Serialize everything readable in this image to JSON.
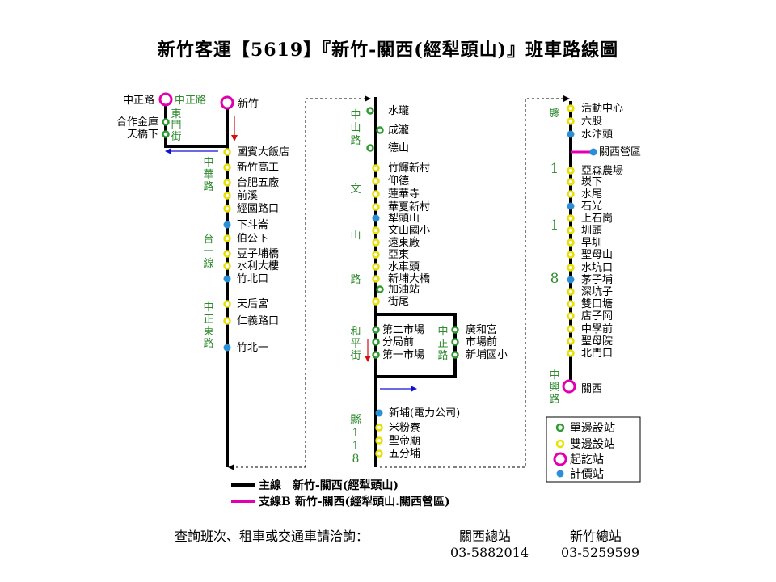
{
  "title": "新竹客運【5619】『新竹-關西(經犁頭山)』班車路線圖",
  "legend": {
    "single_side": "單邊設站",
    "double_side": "雙邊設站",
    "terminal": "起訖站",
    "fare_stage": "計價站"
  },
  "lines": {
    "main": "主線　新竹-關西(經犁頭山)",
    "branch": "支線B 新竹-關西(經犁頭山.關西營區)"
  },
  "footer": {
    "inquiry": "查詢班次、租車或交通車請洽詢：",
    "guanxi_name": "關西總站",
    "guanxi_phone": "03-5882014",
    "hsinchu_name": "新竹總站",
    "hsinchu_phone": "03-5259599"
  },
  "colors": {
    "single": "#2e9b2e",
    "double": "#e8e000",
    "terminal": "#e000b0",
    "fare": "#2a8fd6",
    "arrow_red": "#d01010",
    "arrow_blue": "#1010d0"
  },
  "col1": {
    "zhongzheng_left": "中正路",
    "zhongzheng_right": "中正路",
    "hsinchu": "新竹",
    "hezuo": "合作金庫",
    "tianqiao": "天橋下",
    "dongmen": "東門街",
    "stations": [
      "國賓大飯店",
      "新竹高工",
      "台肥五廠",
      "前溪",
      "經國路口",
      "下斗崙",
      "伯公下",
      "豆子埔橋",
      "水利大樓",
      "竹北口",
      "天后宮",
      "仁義路口",
      "竹北一"
    ],
    "roads": [
      "中華路",
      "台一線",
      "中正東路"
    ]
  },
  "col2": {
    "stations": [
      "水瓏",
      "成瀧",
      "德山",
      "竹輝新村",
      "仰德",
      "蓮華寺",
      "華夏新村",
      "犁頭山",
      "文山國小",
      "遠東廠",
      "亞東",
      "水車頭",
      "新埔大橋",
      "加油站",
      "街尾"
    ],
    "loop_left": [
      "第二市場",
      "分局前",
      "第一市場"
    ],
    "loop_right": [
      "廣和宮",
      "市場前",
      "新埔國小"
    ],
    "lower": [
      "新埔(電力公司)",
      "米粉寮",
      "聖帝廟",
      "五分埔"
    ],
    "roads": [
      "中山路",
      "文山路",
      "和平街",
      "中正路",
      "縣118"
    ]
  },
  "col3": {
    "stations": [
      "活動中心",
      "六股",
      "水汴頭",
      "亞森農場",
      "崁下",
      "水尾",
      "石光",
      "上石崗",
      "圳頭",
      "早圳",
      "聖母山",
      "水坑口",
      "茅子埔",
      "深坑子",
      "雙口塘",
      "店子岡",
      "中學前",
      "聖母院",
      "北門口"
    ],
    "branch_stop": "關西營區",
    "terminal": "關西",
    "roads": [
      "縣118",
      "中興路"
    ]
  }
}
